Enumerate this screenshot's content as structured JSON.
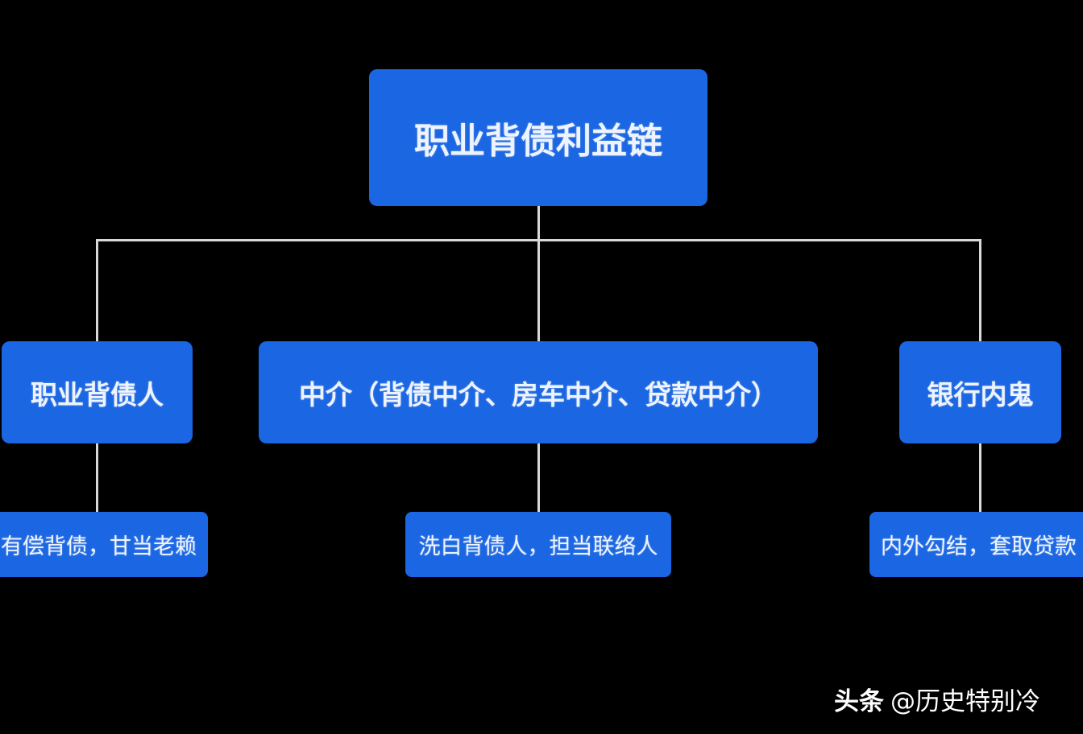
{
  "colors": {
    "box": "#1b66e2",
    "line": "#d8d8d8",
    "background": "#000000"
  },
  "root": {
    "label": "职业背债利益链"
  },
  "branches": [
    {
      "label": "职业背债人",
      "detail": "有偿背债，甘当老赖"
    },
    {
      "label": "中介（背债中介、房车中介、贷款中介）",
      "detail": "洗白背债人，担当联络人"
    },
    {
      "label": "银行内鬼",
      "detail": "内外勾结，套取贷款"
    }
  ],
  "watermark": {
    "brand": "头条",
    "handle": "@历史特别冷"
  }
}
